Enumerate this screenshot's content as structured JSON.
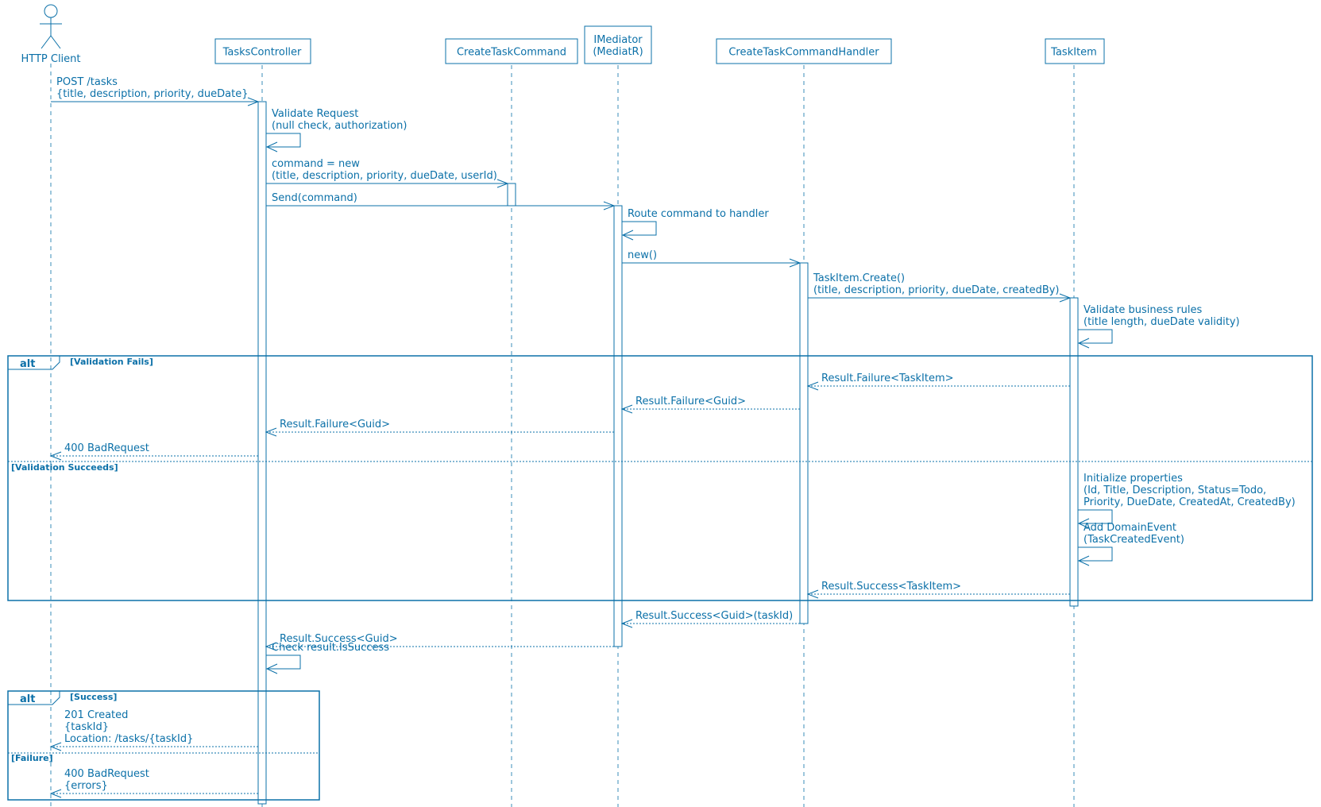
{
  "participants": [
    {
      "id": "client",
      "label": "HTTP Client",
      "kind": "actor"
    },
    {
      "id": "controller",
      "label": "TasksController",
      "kind": "box"
    },
    {
      "id": "command",
      "label": "CreateTaskCommand",
      "kind": "box"
    },
    {
      "id": "mediator",
      "label": "IMediator\n(MediatR)",
      "kind": "box"
    },
    {
      "id": "handler",
      "label": "CreateTaskCommandHandler",
      "kind": "box"
    },
    {
      "id": "taskitem",
      "label": "TaskItem",
      "kind": "box"
    }
  ],
  "messages": [
    {
      "from": "client",
      "to": "controller",
      "label": "POST /tasks\n{title, description, priority, dueDate}",
      "style": "solid"
    },
    {
      "from": "controller",
      "to": "controller",
      "label": "Validate Request\n(null check, authorization)",
      "style": "solid"
    },
    {
      "from": "controller",
      "to": "command",
      "label": "command = new\n(title, description, priority, dueDate, userId)",
      "style": "solid"
    },
    {
      "from": "controller",
      "to": "mediator",
      "label": "Send(command)",
      "style": "solid"
    },
    {
      "from": "mediator",
      "to": "mediator",
      "label": "Route command to handler",
      "style": "solid"
    },
    {
      "from": "mediator",
      "to": "handler",
      "label": "new()",
      "style": "solid"
    },
    {
      "from": "handler",
      "to": "taskitem",
      "label": "TaskItem.Create()\n(title, description, priority, dueDate, createdBy)",
      "style": "solid"
    },
    {
      "from": "taskitem",
      "to": "taskitem",
      "label": "Validate business rules\n(title length, dueDate validity)",
      "style": "solid"
    },
    {
      "from": "taskitem",
      "to": "handler",
      "label": "Result.Failure<TaskItem>",
      "style": "dashed"
    },
    {
      "from": "handler",
      "to": "mediator",
      "label": "Result.Failure<Guid>",
      "style": "dashed"
    },
    {
      "from": "mediator",
      "to": "controller",
      "label": "Result.Failure<Guid>",
      "style": "dashed"
    },
    {
      "from": "controller",
      "to": "client",
      "label": "400 BadRequest",
      "style": "dashed"
    },
    {
      "from": "taskitem",
      "to": "taskitem",
      "label": "Initialize properties\n(Id, Title, Description, Status=Todo,\nPriority, DueDate, CreatedAt, CreatedBy)",
      "style": "solid"
    },
    {
      "from": "taskitem",
      "to": "taskitem",
      "label": "Add DomainEvent\n(TaskCreatedEvent)",
      "style": "solid"
    },
    {
      "from": "taskitem",
      "to": "handler",
      "label": "Result.Success<TaskItem>",
      "style": "dashed"
    },
    {
      "from": "handler",
      "to": "mediator",
      "label": "Result.Success<Guid>(taskId)",
      "style": "dashed"
    },
    {
      "from": "mediator",
      "to": "controller",
      "label": "Result.Success<Guid>",
      "style": "dashed"
    },
    {
      "from": "controller",
      "to": "controller",
      "label": "Check result.IsSuccess",
      "style": "solid"
    },
    {
      "from": "controller",
      "to": "client",
      "label": "201 Created\n{taskId}\nLocation: /tasks/{taskId}",
      "style": "dashed"
    },
    {
      "from": "controller",
      "to": "client",
      "label": "400 BadRequest\n{errors}",
      "style": "dashed"
    }
  ],
  "fragments": [
    {
      "keyword": "alt",
      "guards": [
        "[Validation Fails]",
        "[Validation Succeeds]"
      ]
    },
    {
      "keyword": "alt",
      "guards": [
        "[Success]",
        "[Failure]"
      ]
    }
  ]
}
